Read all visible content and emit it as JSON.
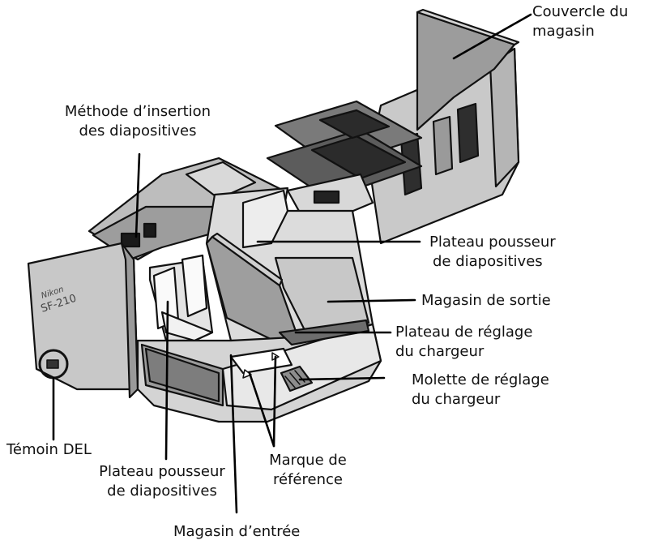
{
  "device": {
    "brand": "Nikon",
    "model": "SF-210"
  },
  "labels": {
    "cover": [
      "Couvercle du",
      "magasin"
    ],
    "insertion_method": [
      "Méthode d’insertion",
      "des diapositives"
    ],
    "pusher_plate_right": [
      "Plateau pousseur",
      "de diapositives"
    ],
    "output_magazine": [
      "Magasin de sortie"
    ],
    "feeder_adjust_plate": [
      "Plateau de réglage",
      "du chargeur"
    ],
    "feeder_adjust_dial": [
      "Molette de réglage",
      "du chargeur"
    ],
    "led": [
      "Témoin DEL"
    ],
    "pusher_plate_left": [
      "Plateau pousseur",
      "de diapositives"
    ],
    "reference_mark": [
      "Marque de",
      "référence"
    ],
    "input_magazine": [
      "Magasin d’entrée"
    ]
  }
}
